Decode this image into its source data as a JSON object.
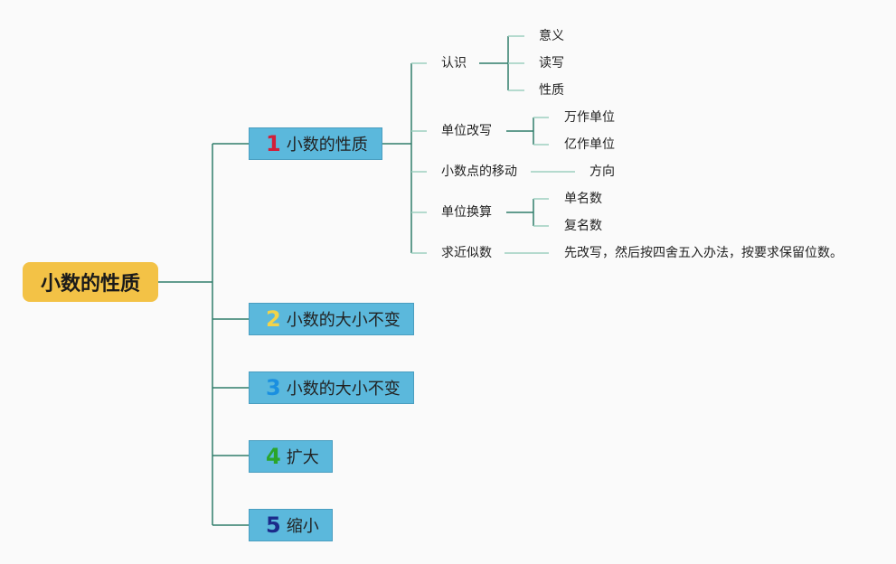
{
  "root": {
    "label": "小数的性质"
  },
  "branches": [
    {
      "num": "1",
      "num_color": "#d11f3a",
      "label": "小数的性质"
    },
    {
      "num": "2",
      "num_color": "#f2d34a",
      "label": "小数的大小不变"
    },
    {
      "num": "3",
      "num_color": "#1a8fe0",
      "label": "小数的大小不变"
    },
    {
      "num": "4",
      "num_color": "#2aa52a",
      "label": "扩大"
    },
    {
      "num": "5",
      "num_color": "#1b2a8a",
      "label": "缩小"
    }
  ],
  "subtopics": [
    {
      "label": "认识",
      "children": [
        "意义",
        "读写",
        "性质"
      ]
    },
    {
      "label": "单位改写",
      "children": [
        "万作单位",
        "亿作单位"
      ]
    },
    {
      "label": "小数点的移动",
      "children": [
        "方向"
      ]
    },
    {
      "label": "单位换算",
      "children": [
        "单名数",
        "复名数"
      ]
    },
    {
      "label": "求近似数",
      "children": [
        "先改写，然后按四舍五入办法，按要求保留位数。"
      ]
    }
  ],
  "colors": {
    "root": "#f3c246",
    "branch": "#5bb8dc",
    "connector": "#2f7d6a",
    "leaf_line": "#9ccfbf"
  }
}
